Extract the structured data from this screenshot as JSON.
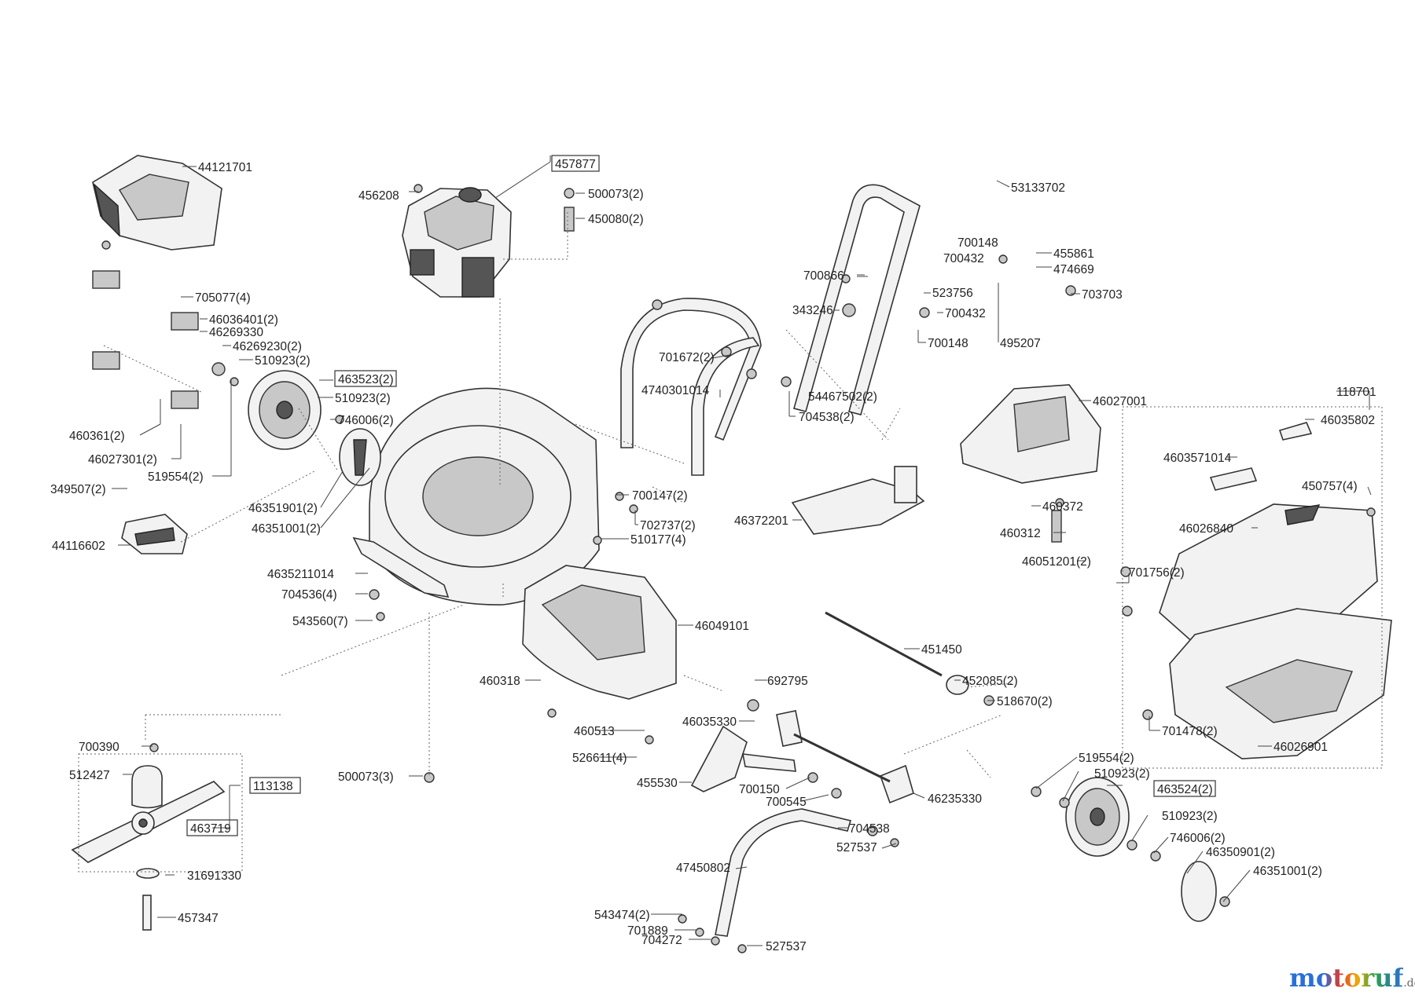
{
  "labels": {
    "l44121701": "44121701",
    "l457877": "457877",
    "l456208": "456208",
    "l500073_2": "500073(2)",
    "l450080_2": "450080(2)",
    "l53133702": "53133702",
    "l700148a": "700148",
    "l700432a": "700432",
    "l455861": "455861",
    "l474669": "474669",
    "l700866": "700866",
    "l523756": "523756",
    "l703703": "703703",
    "l343246": "343246",
    "l700432b": "700432",
    "l700148b": "700148",
    "l495207": "495207",
    "l705077_4": "705077(4)",
    "l46036401_2": "46036401(2)",
    "l46269330": "46269330",
    "l46269230_2": "46269230(2)",
    "l510923_2a": "510923(2)",
    "l463523_2": "463523(2)",
    "l510923_2b": "510923(2)",
    "l746006_2a": "746006(2)",
    "l460361_2": "460361(2)",
    "l46027301_2": "46027301(2)",
    "l519554_2a": "519554(2)",
    "l349507_2": "349507(2)",
    "l46351901_2": "46351901(2)",
    "l46351001_2a": "46351001(2)",
    "l44116602": "44116602",
    "l701672_2": "701672(2)",
    "l4740301014": "4740301014",
    "l54467502_2": "54467502(2)",
    "l704538_2": "704538(2)",
    "l46027001": "46027001",
    "l118701": "118701",
    "l46035802": "46035802",
    "l4603571014": "4603571014",
    "l450757_4": "450757(4)",
    "l460372": "460372",
    "l46372201": "46372201",
    "l460312": "460312",
    "l46051201_2": "46051201(2)",
    "l46026840": "46026840",
    "l700147_2": "700147(2)",
    "l702737_2": "702737(2)",
    "l510177_4": "510177(4)",
    "l4635211014": "4635211014",
    "l704536_4": "704536(4)",
    "l543560_7": "543560(7)",
    "l46049101": "46049101",
    "l701756_2": "701756(2)",
    "l451450": "451450",
    "l452085_2": "452085(2)",
    "l518670_2": "518670(2)",
    "l460318": "460318",
    "l692795": "692795",
    "l701478_2": "701478(2)",
    "l46026901": "46026901",
    "l460513": "460513",
    "l46035330": "46035330",
    "l526611_4": "526611(4)",
    "l700390": "700390",
    "l512427": "512427",
    "l113138": "113138",
    "l500073_3": "500073(3)",
    "l455530": "455530",
    "l700150": "700150",
    "l700545": "700545",
    "l46235330": "46235330",
    "l519554_2b": "519554(2)",
    "l510923_2c": "510923(2)",
    "l463524_2": "463524(2)",
    "l510923_2d": "510923(2)",
    "l746006_2b": "746006(2)",
    "l46350901_2": "46350901(2)",
    "l46351001_2b": "46351001(2)",
    "l463719": "463719",
    "l31691330": "31691330",
    "l704538": "704538",
    "l527537a": "527537",
    "l47450802": "47450802",
    "l457347": "457347",
    "l543474_2": "543474(2)",
    "l701889": "701889",
    "l704272": "704272",
    "l527537b": "527537"
  },
  "brand": {
    "name": "motoruf",
    "tld": ".de"
  }
}
